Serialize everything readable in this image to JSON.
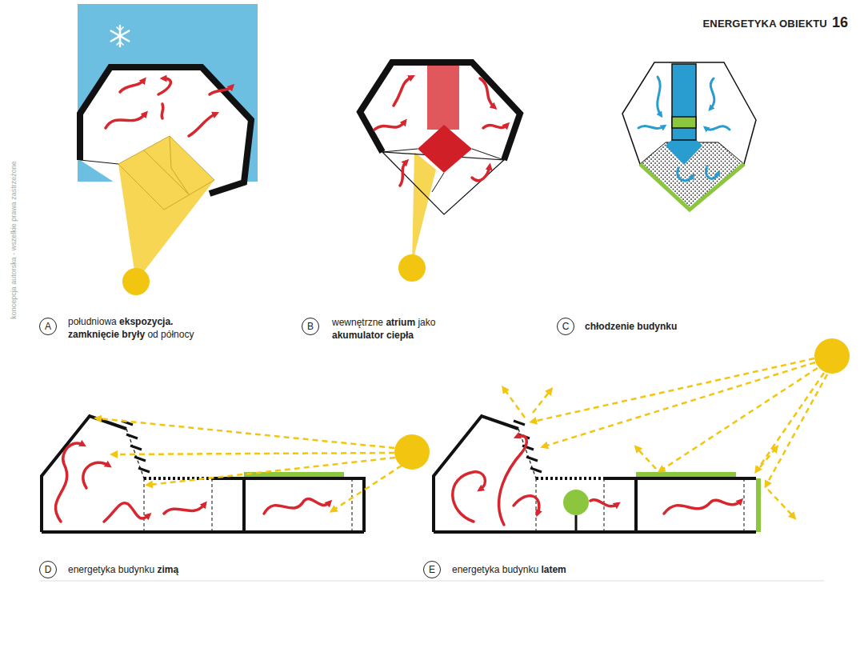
{
  "diagram": {
    "title": "ENERGETYKA OBIEKTU",
    "nodes": [
      {
        "text": [
          "A"
        ]
      },
      {
        "text": [
          "B"
        ]
      },
      {
        "text": [
          "C"
        ]
      },
      {
        "text": [
          "D"
        ]
      },
      {
        "text": [
          "E"
        ]
      }
    ],
    "labels": [
      "16",
      "koncepcja autorska - wszelkie prawa zastrzeżone",
      "południowa",
      "ekspozycja.",
      "zamknięcie bryły",
      "od północy",
      "wewnętrzne",
      "atrium",
      "jako",
      "akumulator ciepła",
      "chłodzenie budynku",
      "energetyka budynku",
      "zimą",
      "energetyka budynku",
      "latem"
    ]
  }
}
